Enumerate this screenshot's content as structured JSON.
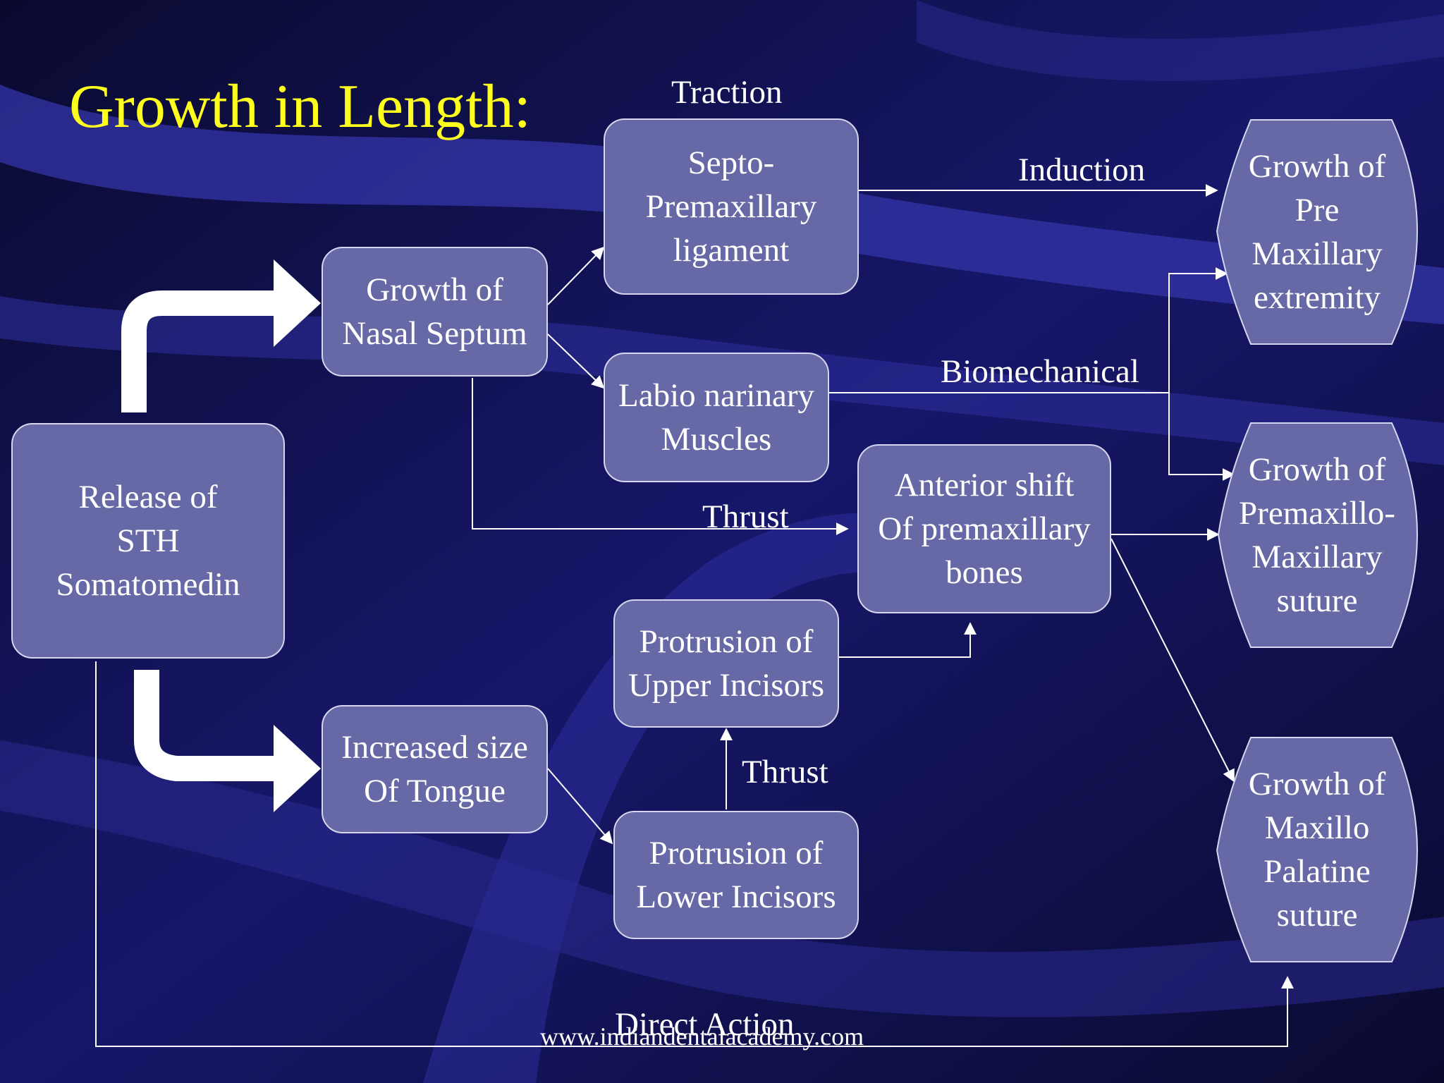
{
  "title": "Growth in Length:",
  "nodes": {
    "release": "Release of\nSTH\nSomatomedin",
    "nasal_septum": "Growth of\nNasal Septum",
    "tongue": "Increased size\nOf Tongue",
    "septo_ligament": "Septo-\nPremaxillary\nligament",
    "labio_muscles": "Labio narinary\nMuscles",
    "anterior_shift": "Anterior shift\nOf premaxillary\nbones",
    "upper_incisors": "Protrusion of\nUpper Incisors",
    "lower_incisors": "Protrusion of\nLower Incisors",
    "premaxillary_extremity": "Growth of\nPre\nMaxillary\nextremity",
    "premaxillo_suture": "Growth of\nPremaxillo-\nMaxillary\nsuture",
    "maxillo_palatine": "Growth of\nMaxillo\nPalatine\nsuture"
  },
  "edge_labels": {
    "traction": "Traction",
    "induction": "Induction",
    "biomechanical": "Biomechanical",
    "thrust_upper": "Thrust",
    "thrust_lower": "Thrust",
    "direct_action": "Direct Action"
  },
  "footer": "www.indiandentalacademy.com",
  "colors": {
    "background": "#0c0c3a",
    "band": "#3b3bb8",
    "box_fill": "#6768a6",
    "box_border": "#d6d6ee",
    "title": "#ffff1e",
    "text": "#ffffff"
  }
}
